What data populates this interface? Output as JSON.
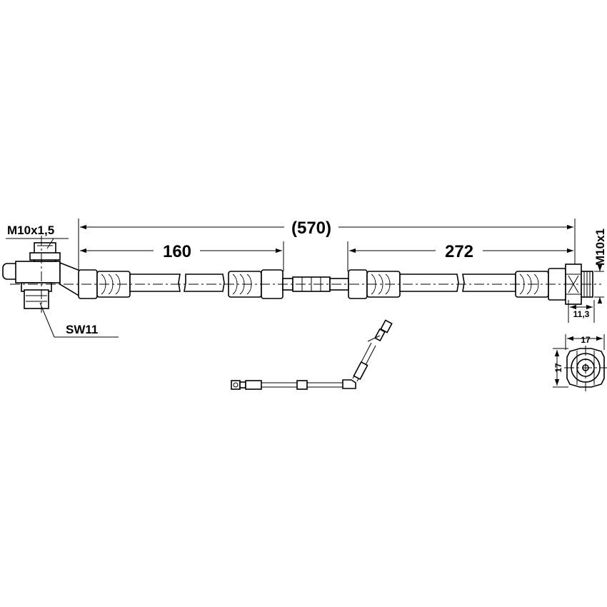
{
  "dimensions": {
    "overall_length": "(570)",
    "left_segment": "160",
    "right_segment": "272",
    "left_thread": "M10x1,5",
    "wrench_size": "SW11",
    "right_thread": "M10x1",
    "right_fitting_length": "11,3",
    "end_view_width": "17",
    "end_view_height": "17"
  }
}
